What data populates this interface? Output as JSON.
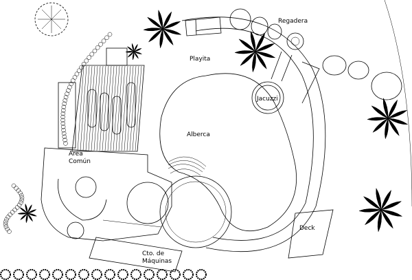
{
  "plan": {
    "labels": {
      "regadera": "Regadera",
      "playita": "Playita",
      "jacuzzi": "Jacuzzi",
      "alberca": "Alberca",
      "area_line1": "Área",
      "area_line2": "Común",
      "deck": "Deck",
      "cto_line1": "Cto. de",
      "cto_line2": "Máquinas"
    }
  }
}
